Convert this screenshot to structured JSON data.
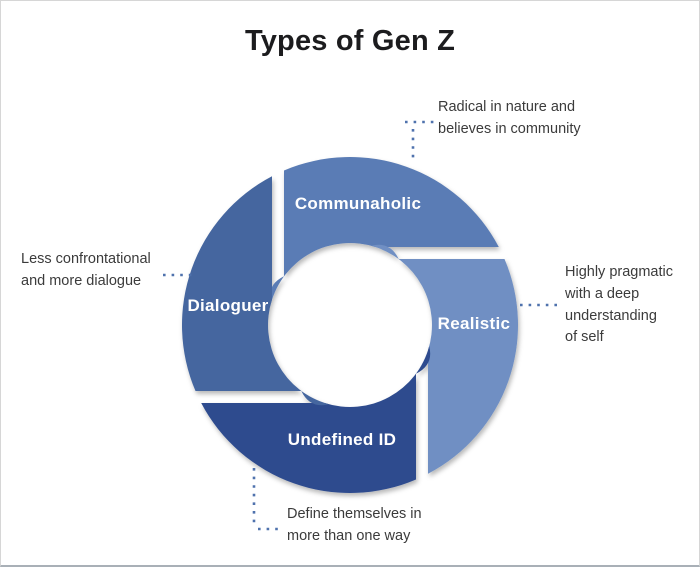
{
  "title": "Types of Gen Z",
  "diagram": {
    "type": "cycle-donut",
    "background": "#ffffff",
    "title_color": "#1c1c1e",
    "annotation_color": "#3b3b3b",
    "connector_color": "#4f72ad",
    "segments": [
      {
        "id": "communaholic",
        "label": "Communaholic",
        "color": "#5a7cb5",
        "position": "top",
        "annotation": "Radical in nature and\nbelieves in community"
      },
      {
        "id": "realistic",
        "label": "Realistic",
        "color": "#6f8fc3",
        "position": "right",
        "annotation": "Highly pragmatic\nwith a deep\nunderstanding\nof self"
      },
      {
        "id": "undefined-id",
        "label": "Undefined ID",
        "color": "#2d4b8e",
        "position": "bottom",
        "annotation": "Define themselves in\nmore than one way"
      },
      {
        "id": "dialoguer",
        "label": "Dialoguer",
        "color": "#45669f",
        "position": "left",
        "annotation": "Less confrontational\nand more dialogue"
      }
    ]
  }
}
